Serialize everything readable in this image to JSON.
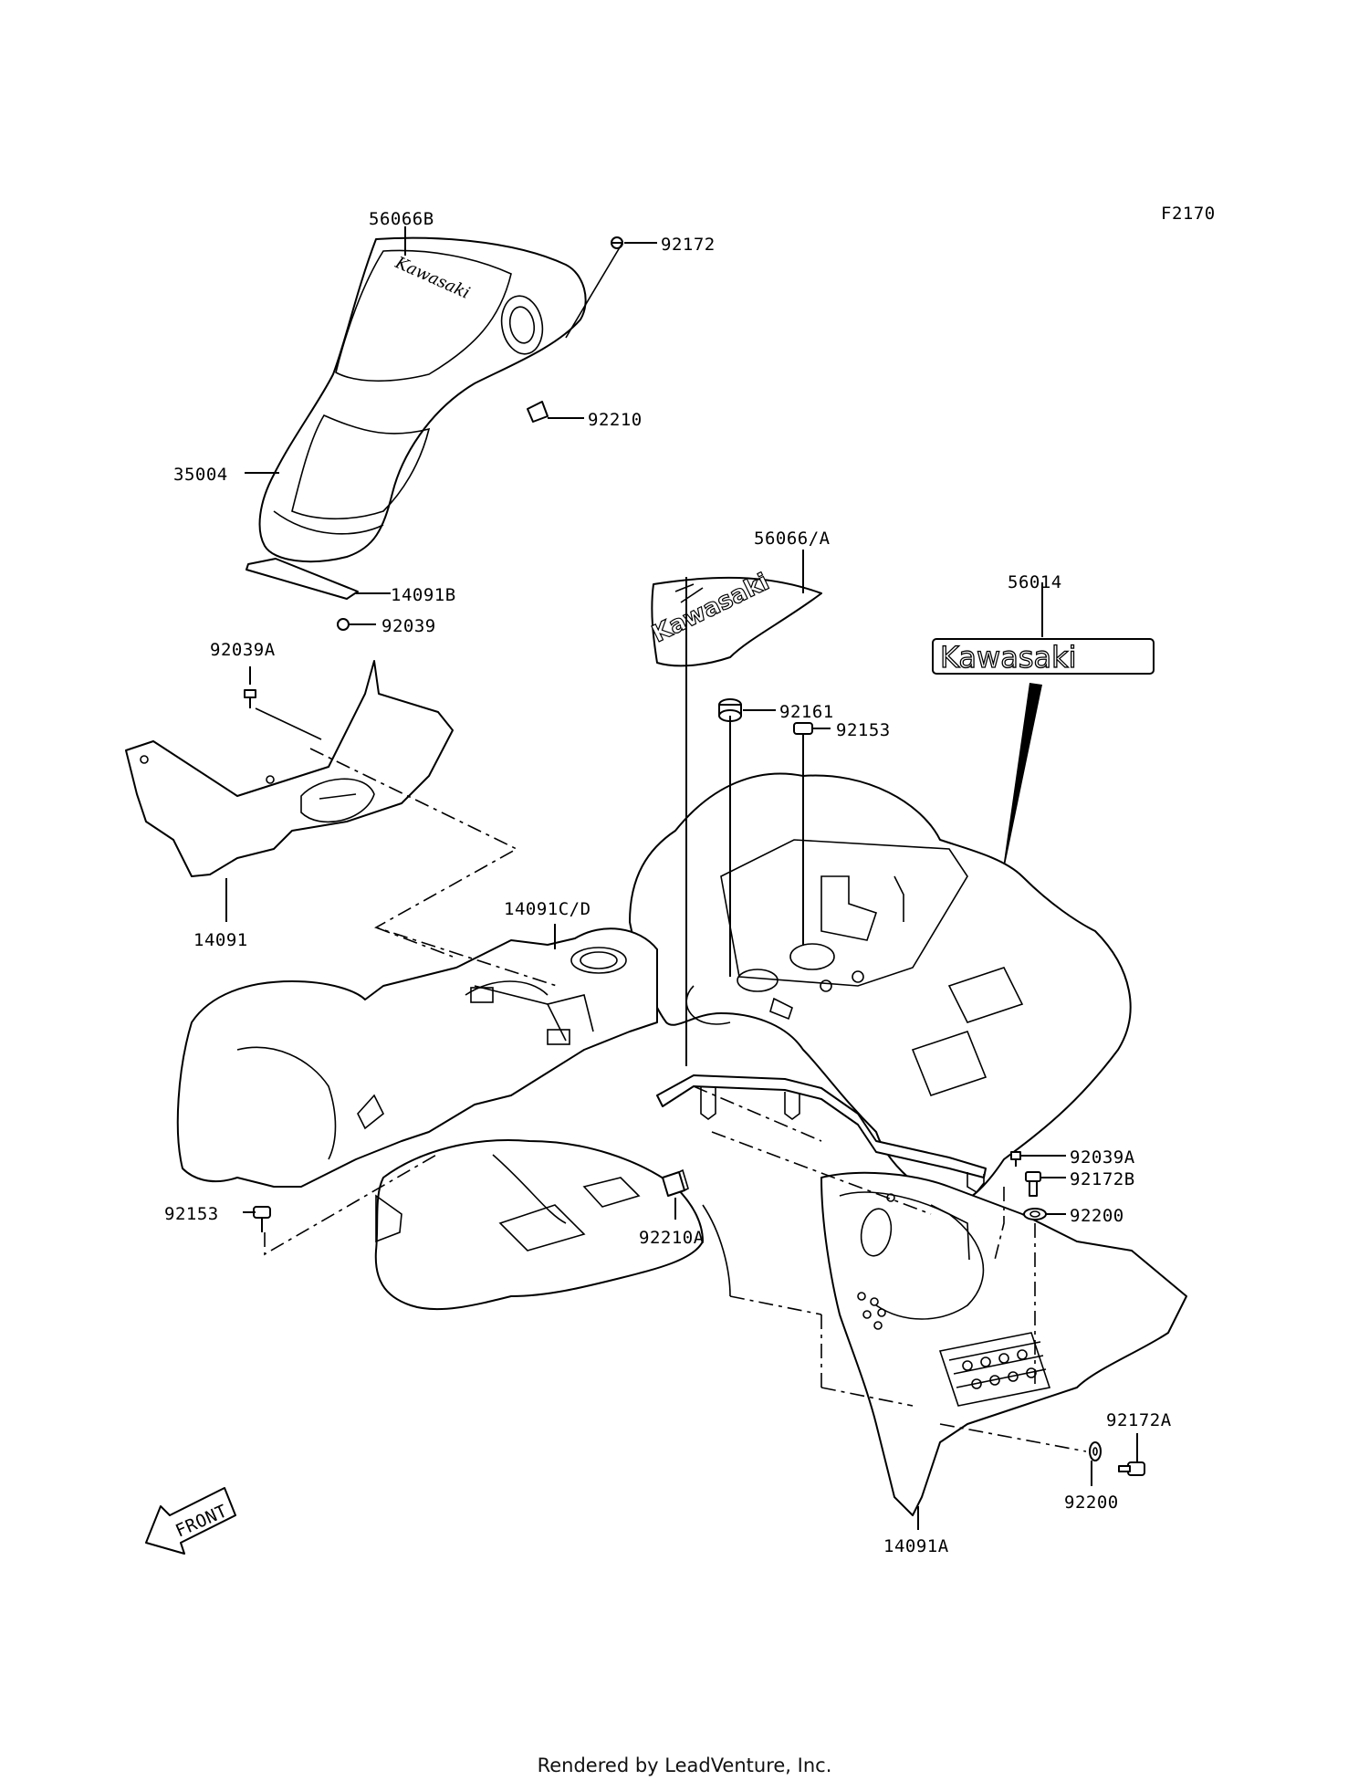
{
  "diagram": {
    "figure_code": "F2170",
    "front_label": "FRONT",
    "decal_text": "Kawasaki",
    "footer": "Rendered by LeadVenture, Inc.",
    "parts": [
      {
        "id": "p56066B",
        "label": "56066B"
      },
      {
        "id": "p92172",
        "label": "92172"
      },
      {
        "id": "p92210",
        "label": "92210"
      },
      {
        "id": "p35004",
        "label": "35004"
      },
      {
        "id": "p14091B",
        "label": "14091B"
      },
      {
        "id": "p92039",
        "label": "92039"
      },
      {
        "id": "p92039A",
        "label": "92039A"
      },
      {
        "id": "p56066A",
        "label": "56066/A"
      },
      {
        "id": "p56014",
        "label": "56014"
      },
      {
        "id": "p92161",
        "label": "92161"
      },
      {
        "id": "p92153",
        "label": "92153"
      },
      {
        "id": "p14091",
        "label": "14091"
      },
      {
        "id": "p14091CD",
        "label": "14091C/D"
      },
      {
        "id": "p92039A2",
        "label": "92039A"
      },
      {
        "id": "p92172B",
        "label": "92172B"
      },
      {
        "id": "p92200",
        "label": "92200"
      },
      {
        "id": "p92153b",
        "label": "92153"
      },
      {
        "id": "p92210A",
        "label": "92210A"
      },
      {
        "id": "p92172A",
        "label": "92172A"
      },
      {
        "id": "p92200b",
        "label": "92200"
      },
      {
        "id": "p14091A",
        "label": "14091A"
      }
    ]
  }
}
